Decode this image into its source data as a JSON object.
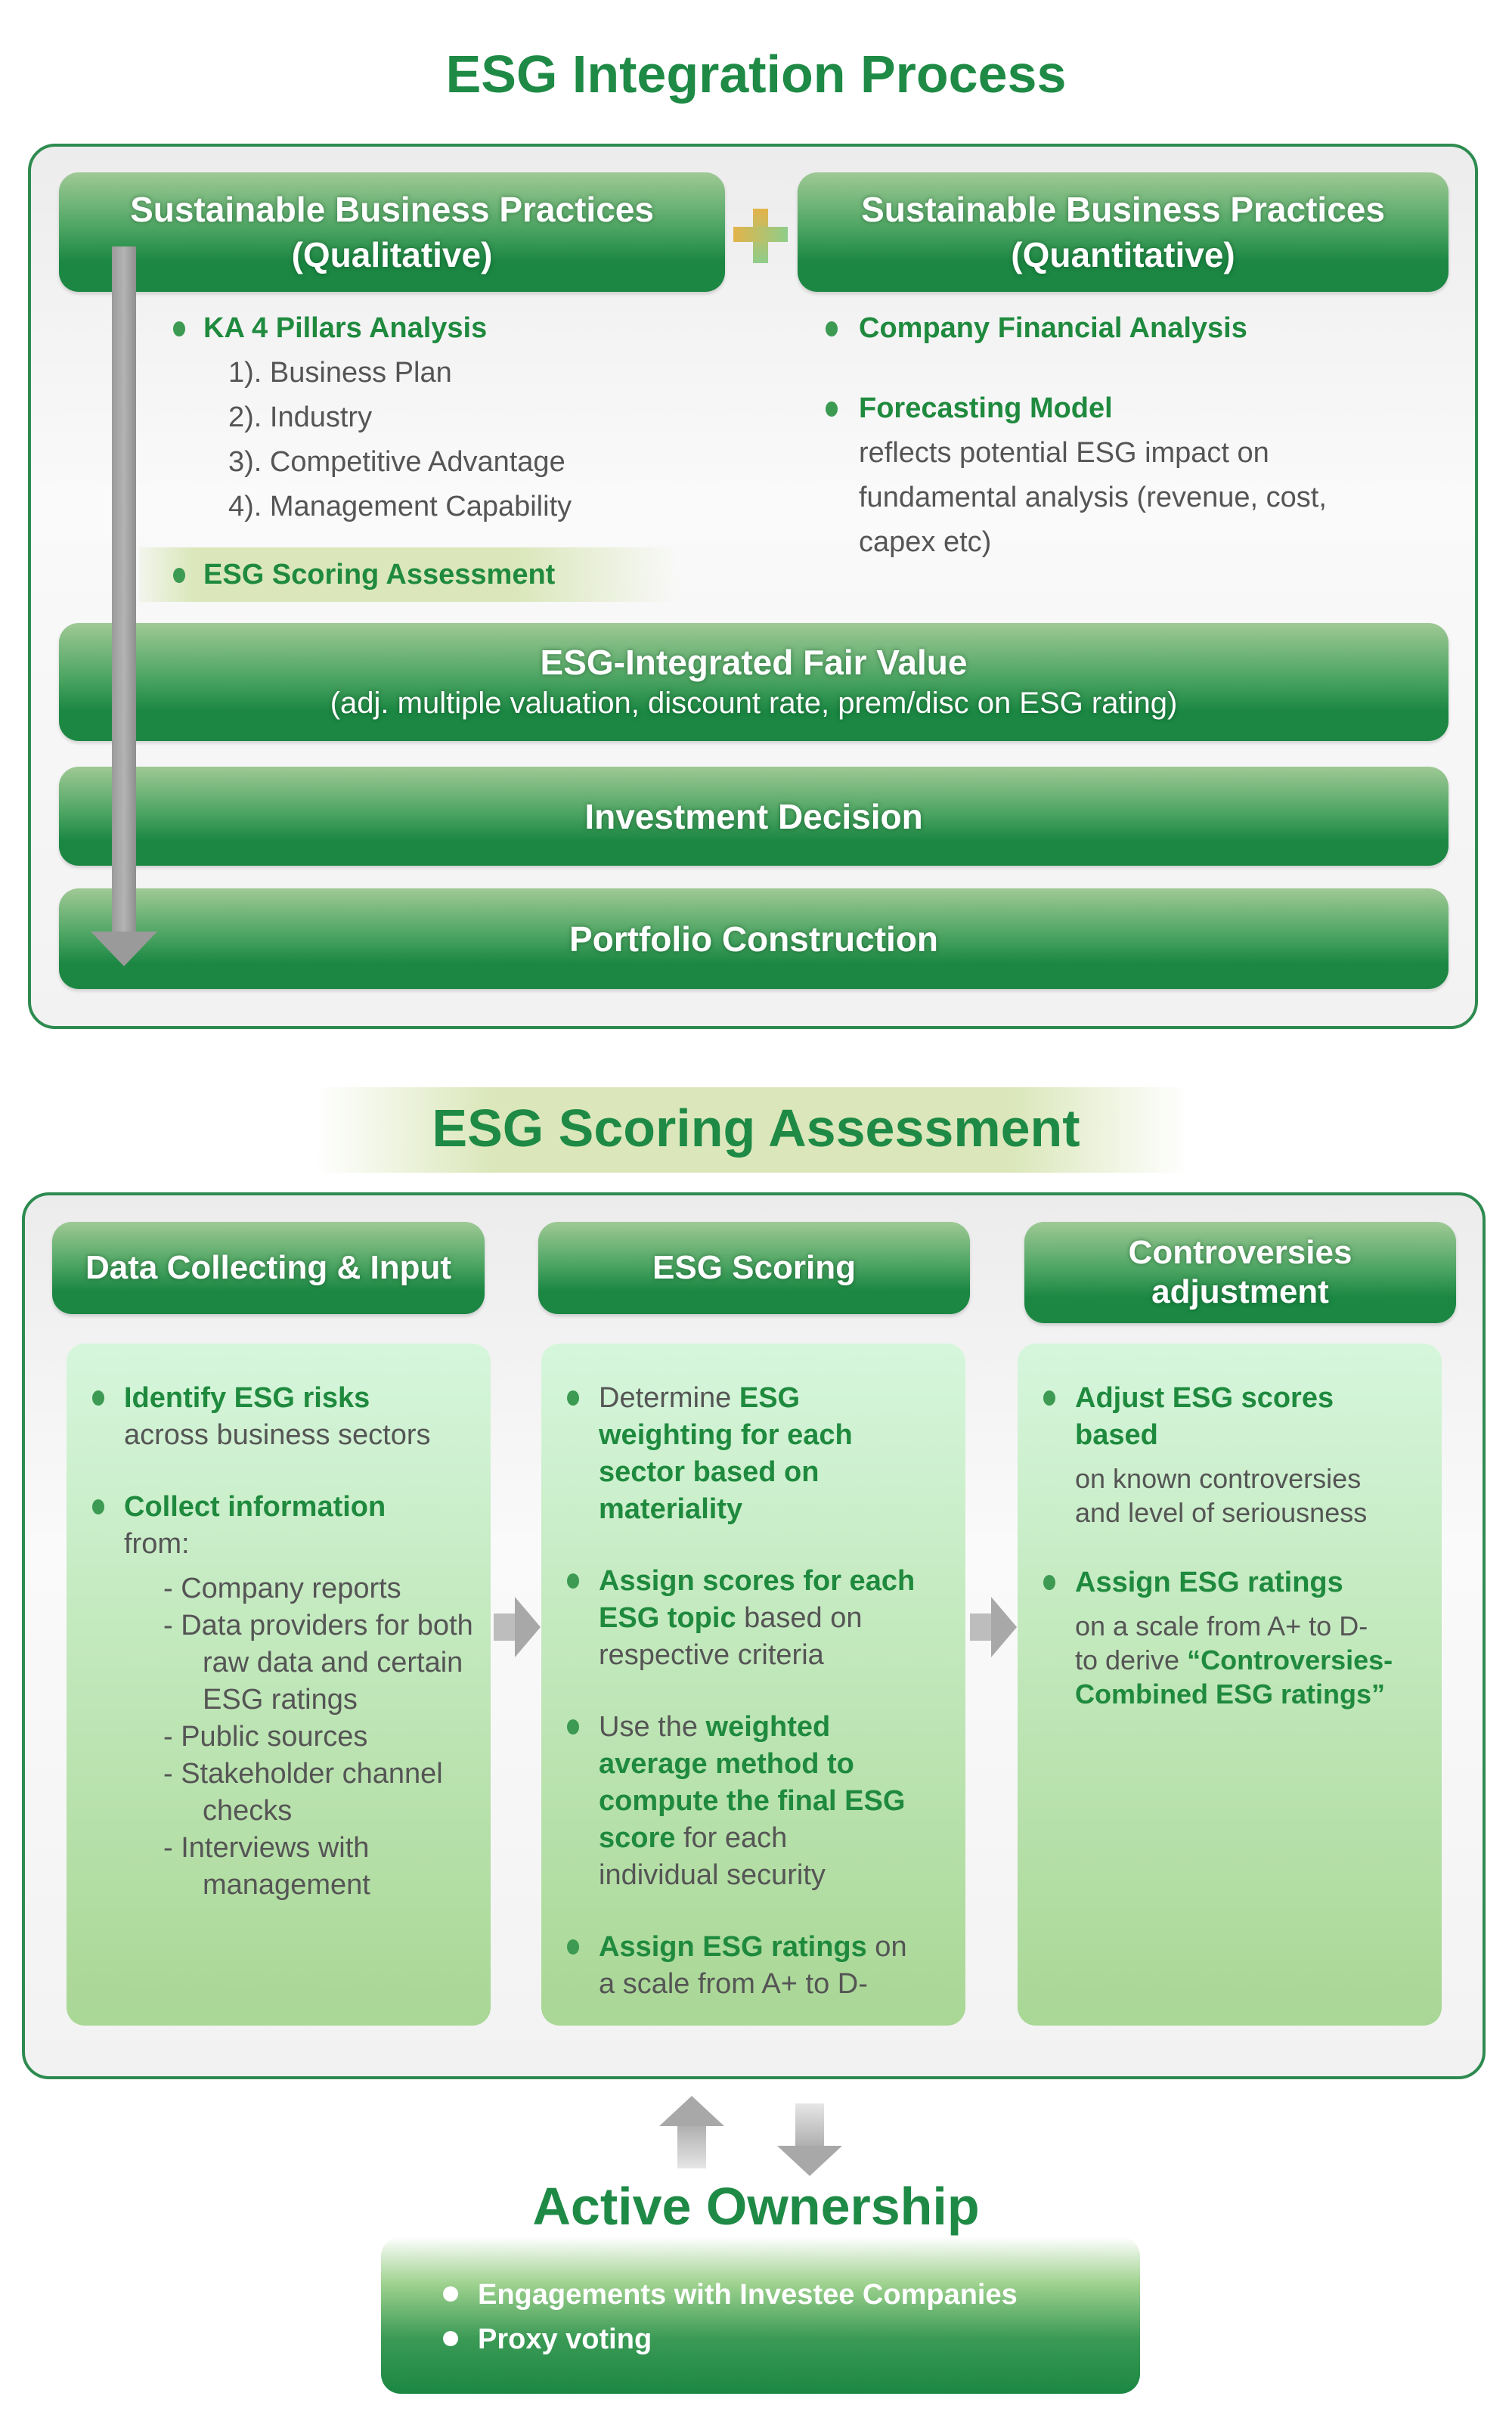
{
  "integration": {
    "title": "ESG Integration Process",
    "qual_header": [
      "Sustainable Business Practices",
      "(Qualitative)"
    ],
    "quant_header": [
      "Sustainable Business Practices",
      "(Quantitative)"
    ],
    "qual_bullet": "KA 4 Pillars Analysis",
    "pillars": [
      "1). Business Plan",
      "2). Industry",
      "3). Competitive Advantage",
      "4). Management Capability"
    ],
    "scoring_bullet": "ESG Scoring Assessment",
    "quant_bullet1": "Company Financial Analysis",
    "quant_bullet2": "Forecasting Model",
    "quant_desc": [
      "reflects potential ESG impact on",
      "fundamental analysis (revenue, cost,",
      "capex etc)"
    ],
    "fair_value": "ESG-Integrated Fair Value",
    "fair_value_sub": "(adj. multiple valuation, discount rate, prem/disc on ESG rating)",
    "investment": "Investment Decision",
    "portfolio": "Portfolio Construction"
  },
  "scoring": {
    "title": "ESG Scoring Assessment",
    "columns": [
      {
        "header": [
          "Data Collecting & Input"
        ],
        "items": [
          {
            "lines": [
              [
                [
                  "Identify ESG risks",
                  1
                ]
              ],
              [
                [
                  "across business sectors",
                  0
                ]
              ]
            ]
          },
          {
            "lines": [
              [
                [
                  "Collect information",
                  1
                ]
              ],
              [
                [
                  "from:",
                  0
                ]
              ]
            ],
            "sub": [
              "- Company reports",
              "- Data providers for both raw data and certain ESG ratings",
              "- Public sources",
              "- Stakeholder channel checks",
              "- Interviews with management"
            ]
          }
        ]
      },
      {
        "header": [
          "ESG Scoring"
        ],
        "items": [
          {
            "lines": [
              [
                [
                  "Determine ",
                  0
                ],
                [
                  "ESG",
                  1
                ]
              ],
              [
                [
                  "weighting for each",
                  1
                ]
              ],
              [
                [
                  "sector based on",
                  1
                ]
              ],
              [
                [
                  "materiality",
                  1
                ]
              ]
            ]
          },
          {
            "lines": [
              [
                [
                  "Assign scores for each",
                  1
                ]
              ],
              [
                [
                  "ESG topic",
                  1
                ],
                [
                  " based on",
                  0
                ]
              ],
              [
                [
                  "respective criteria",
                  0
                ]
              ]
            ]
          },
          {
            "lines": [
              [
                [
                  "Use the ",
                  0
                ],
                [
                  "weighted",
                  1
                ]
              ],
              [
                [
                  "average method to",
                  1
                ]
              ],
              [
                [
                  "compute the final ESG",
                  1
                ]
              ],
              [
                [
                  "score",
                  1
                ],
                [
                  " for each",
                  0
                ]
              ],
              [
                [
                  "individual security",
                  0
                ]
              ]
            ]
          },
          {
            "lines": [
              [
                [
                  "Assign ESG ratings",
                  1
                ],
                [
                  " on",
                  0
                ]
              ],
              [
                [
                  "a scale from A+ to D-",
                  0
                ]
              ]
            ]
          }
        ]
      },
      {
        "header": [
          "Controversies",
          "adjustment"
        ],
        "items": [
          {
            "lines": [
              [
                [
                  "Adjust ESG scores",
                  1
                ]
              ],
              [
                [
                  "based",
                  1
                ]
              ]
            ],
            "par": [
              "on known controversies",
              "and level of seriousness"
            ]
          },
          {
            "lines": [
              [
                [
                  "Assign ESG ratings",
                  1
                ]
              ]
            ],
            "par2": [
              [
                [
                  "on a scale from A+ to D-",
                  0
                ]
              ],
              [
                [
                  "to derive ",
                  0
                ],
                [
                  "“Controversies-",
                  1
                ]
              ],
              [
                [
                  "Combined ESG ratings”",
                  1
                ]
              ]
            ]
          }
        ]
      }
    ]
  },
  "ownership": {
    "title": "Active Ownership",
    "items": [
      "Engagements with Investee Companies",
      "Proxy voting"
    ]
  },
  "colors": {
    "green": "#1e8a45",
    "plus": "#e0b64a"
  }
}
